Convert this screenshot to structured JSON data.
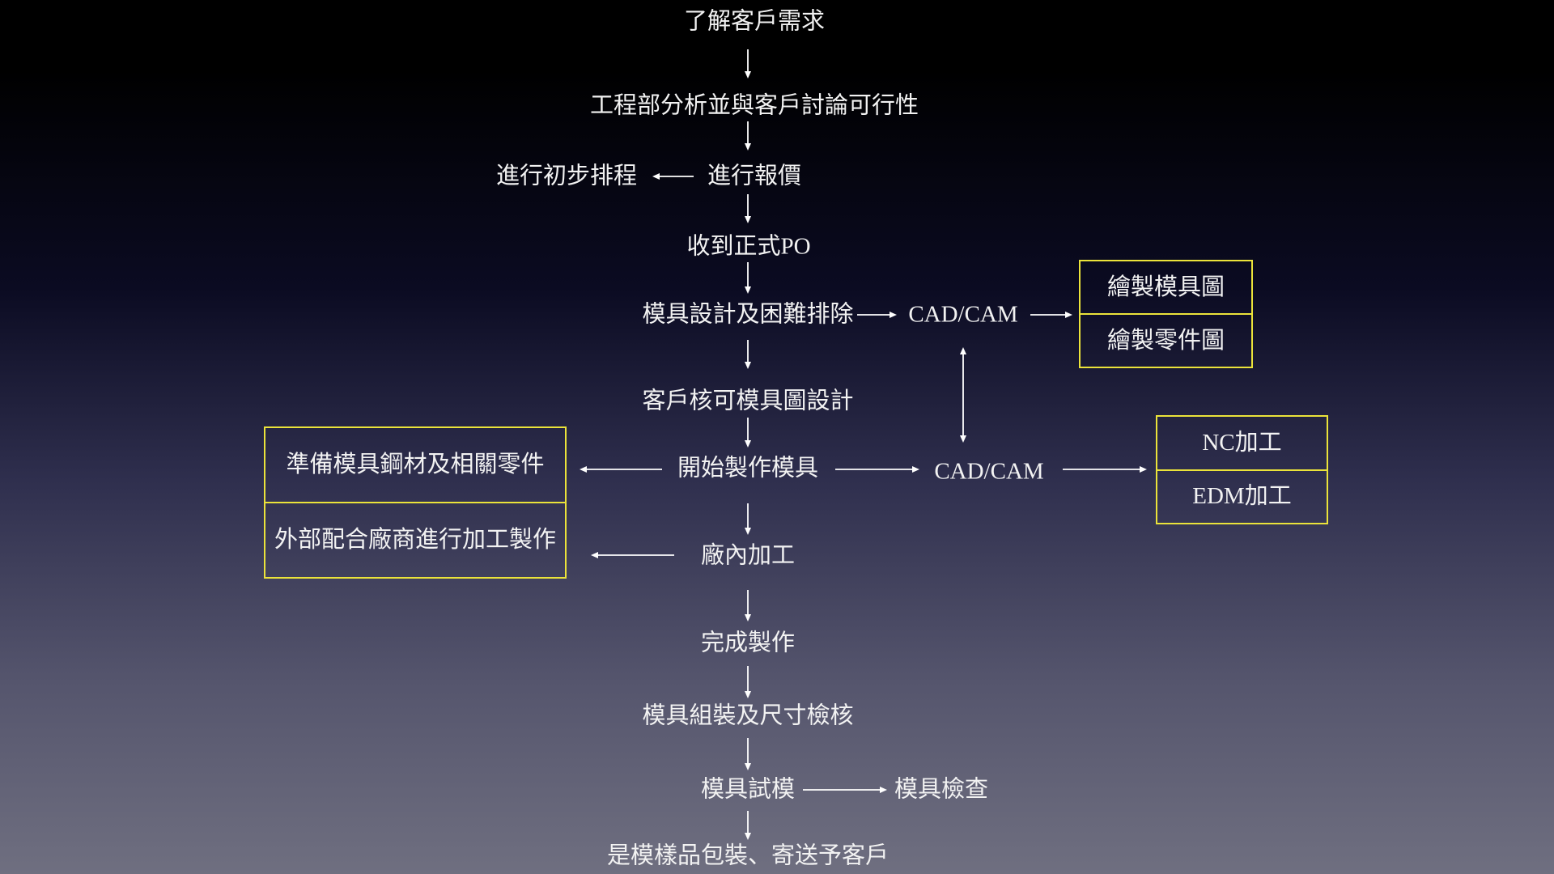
{
  "steps": {
    "understand_needs": "了解客戶需求",
    "engineering_analysis": "工程部分析並與客戶討論可行性",
    "quotation": "進行報價",
    "initial_schedule": "進行初步排程",
    "receive_po": "收到正式PO",
    "mold_design": "模具設計及困難排除",
    "cad_cam_design": "CAD/CAM",
    "customer_approval": "客戶核可模具圖設計",
    "start_mold": "開始製作模具",
    "cad_cam_machining": "CAD/CAM",
    "in_house_machining": "廠內加工",
    "complete": "完成製作",
    "assembly_check": "模具組裝及尺寸檢核",
    "trial": "模具試模",
    "inspection": "模具檢查",
    "ship_samples": "是模樣品包裝、寄送予客戶"
  },
  "boxes": {
    "drawing": [
      "繪製模具圖",
      "繪製零件圖"
    ],
    "machining": [
      "NC加工",
      "EDM加工"
    ],
    "materials": [
      "準備模具鋼材及相關零件",
      "外部配合廠商進行加工製作"
    ]
  },
  "colors": {
    "text": "#f2f2f2",
    "box_border": "#ebe33a",
    "arrow": "#ffffff"
  }
}
